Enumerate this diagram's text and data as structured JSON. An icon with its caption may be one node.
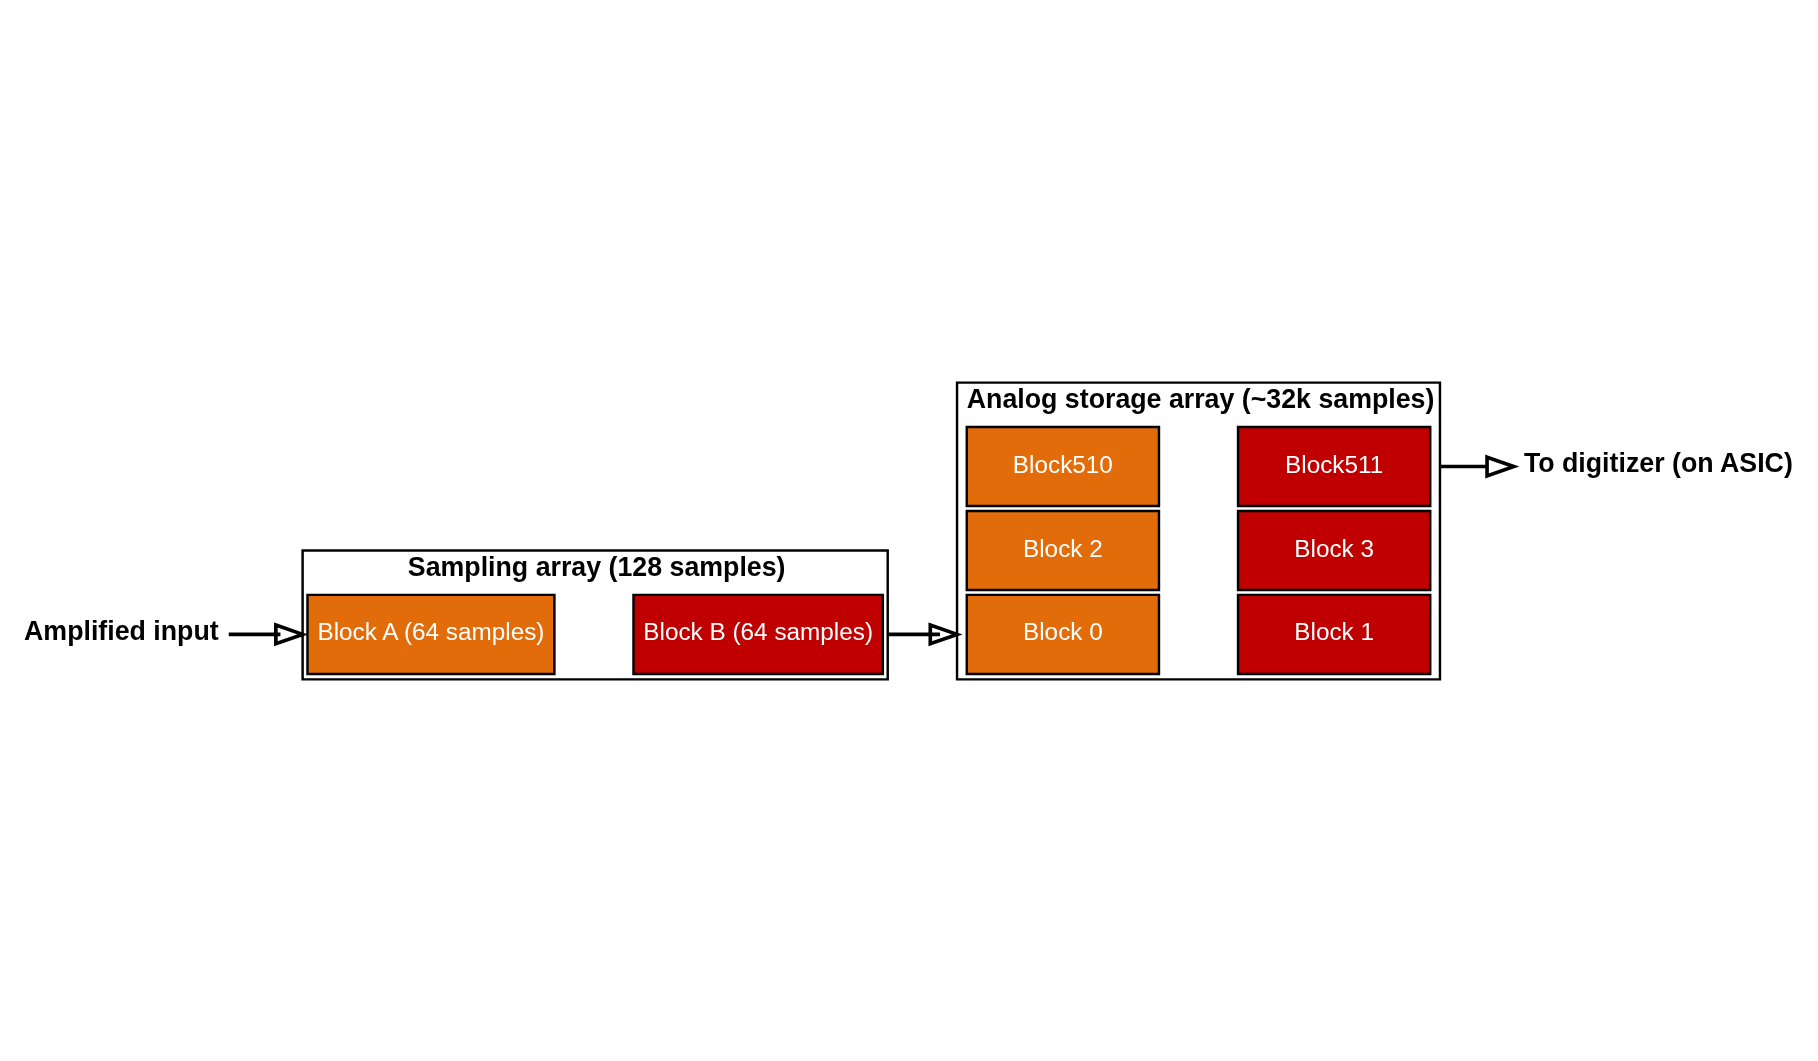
{
  "diagram": {
    "nodes": [
      {
        "text": [
          "Amplified input"
        ]
      },
      {
        "text": [
          "Sampling array (128 samples)"
        ]
      },
      {
        "text": [
          "Block A (64 samples)"
        ],
        "in": 1
      },
      {
        "text": [
          "Block B (64 samples)"
        ],
        "in": 1
      },
      {
        "text": [
          "Analog storage array (~32k samples)"
        ]
      },
      {
        "text": [
          "Block 0"
        ],
        "in": 4
      },
      {
        "text": [
          "Block 1"
        ],
        "in": 4
      },
      {
        "text": [
          "Block 2"
        ],
        "in": 4
      },
      {
        "text": [
          "Block 3"
        ],
        "in": 4
      },
      {
        "text": [
          "Block510"
        ],
        "in": 4
      },
      {
        "text": [
          "Block511"
        ],
        "in": 4
      },
      {
        "text": [
          "To digitizer (on ASIC)"
        ]
      }
    ],
    "edges": [
      {
        "from": 0,
        "to": 1,
        "arrow": "to"
      },
      {
        "from": 1,
        "to": 4,
        "arrow": "to"
      },
      {
        "from": 4,
        "to": 11,
        "arrow": "to"
      }
    ]
  }
}
